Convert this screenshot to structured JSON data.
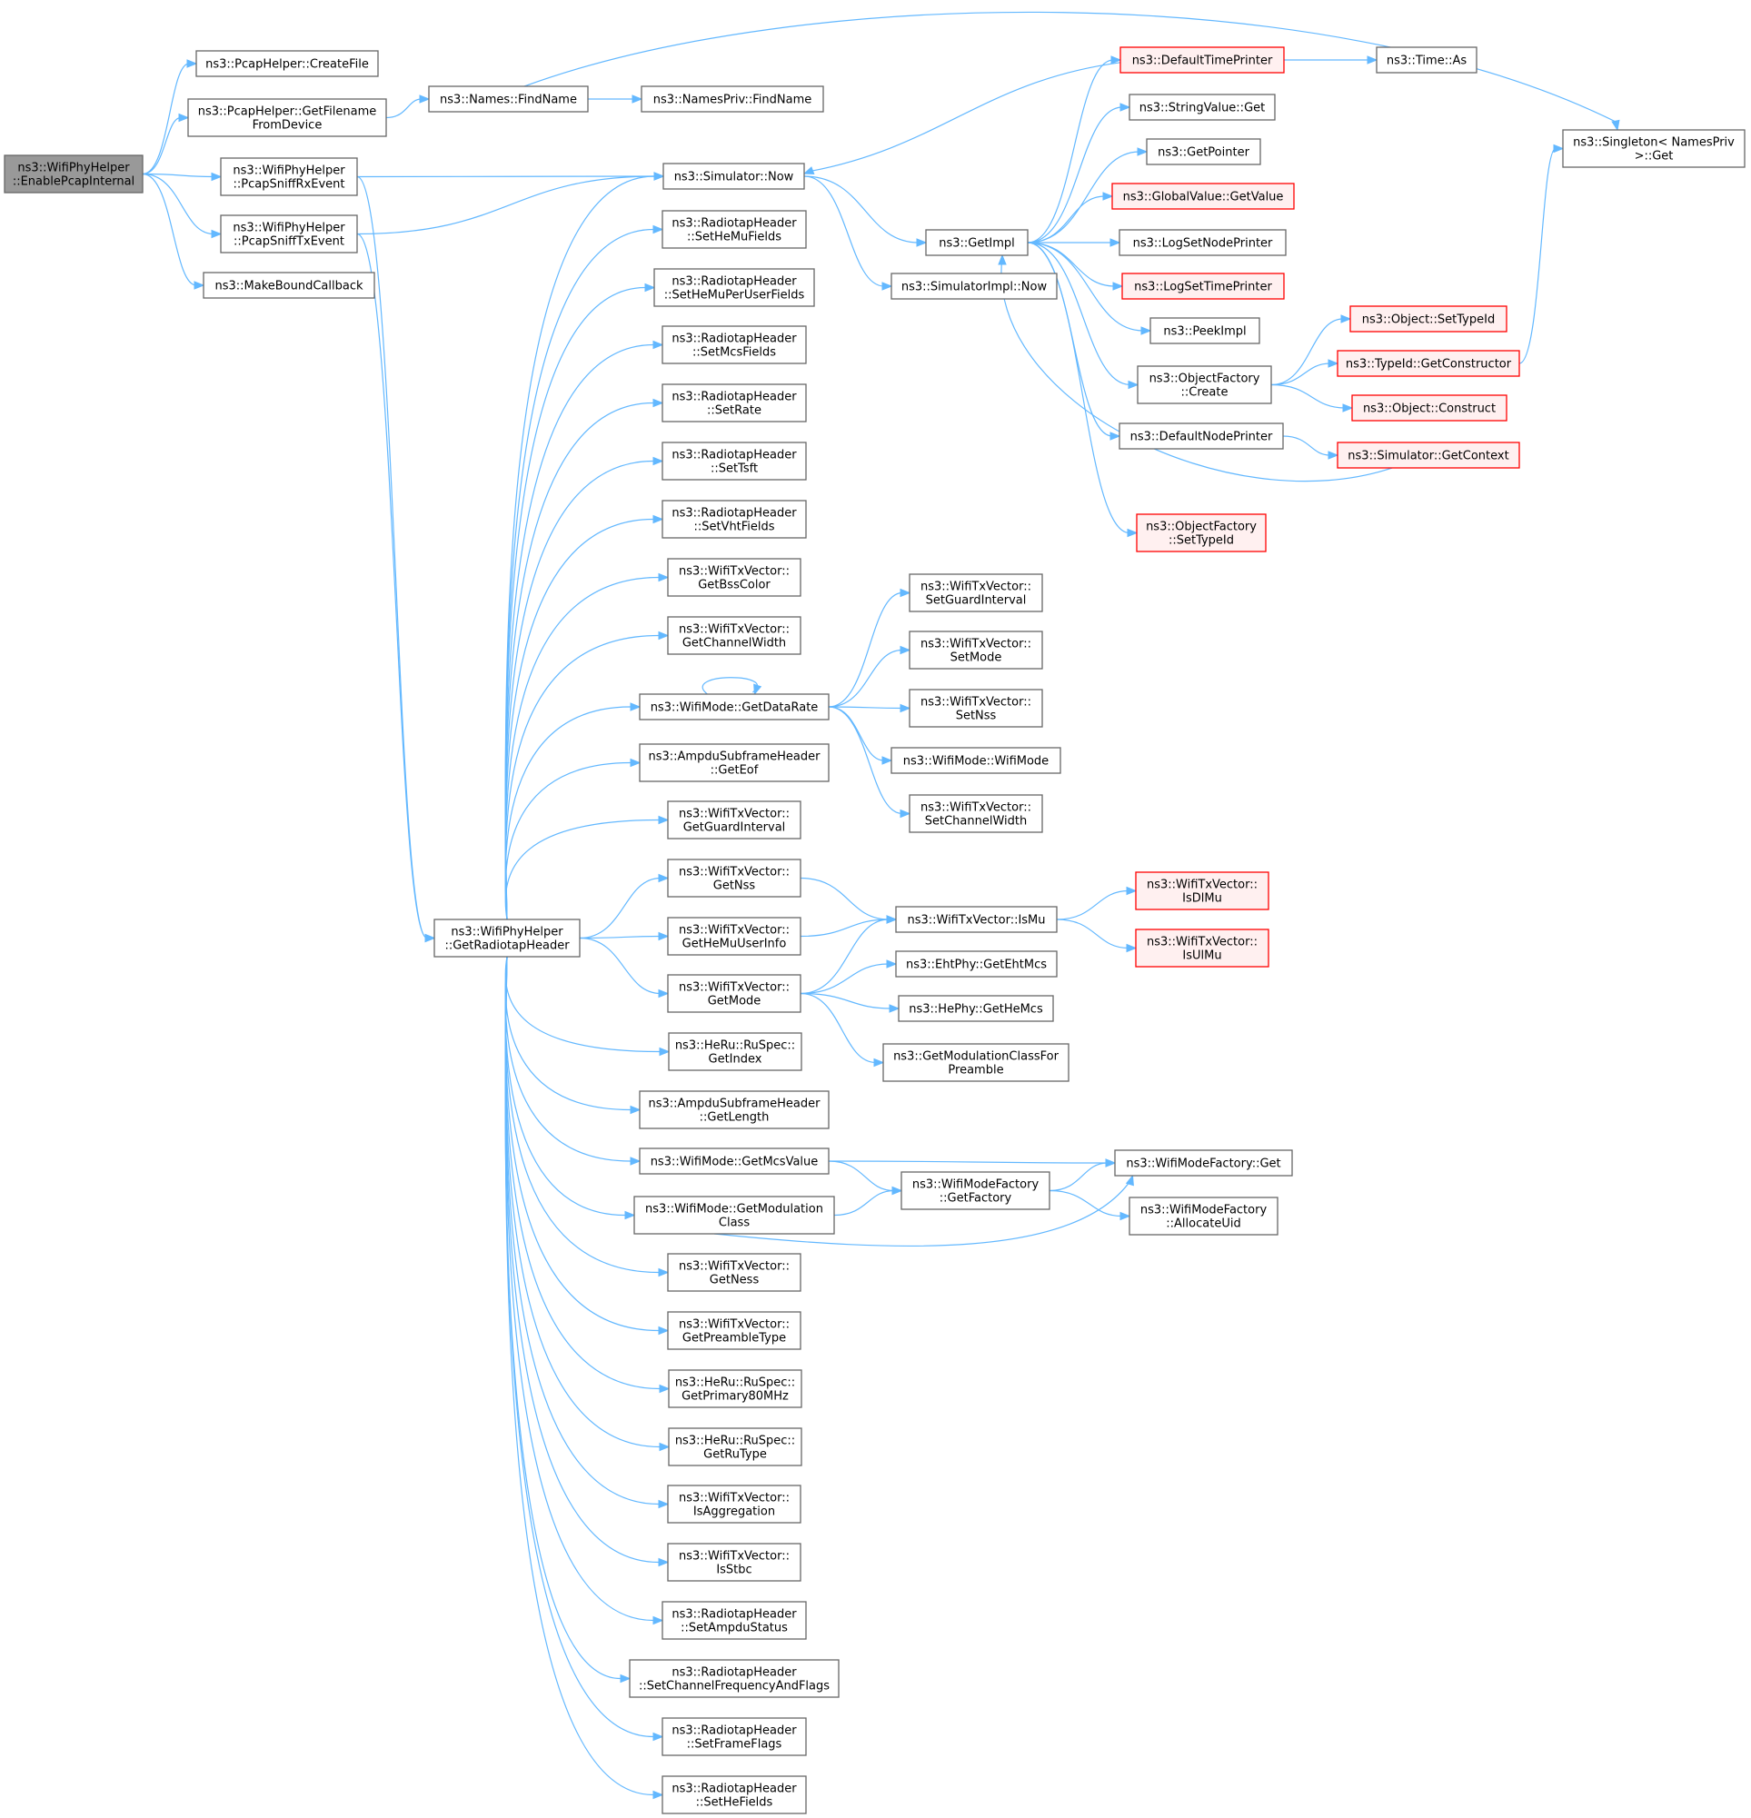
{
  "graph": {
    "nodes": [
      {
        "id": "root",
        "lines": [
          "ns3::WifiPhyHelper",
          "::EnablePcapInternal"
        ],
        "style": "root"
      },
      {
        "id": "pcapCreateFile",
        "lines": [
          "ns3::PcapHelper::CreateFile"
        ]
      },
      {
        "id": "pcapGetFilename",
        "lines": [
          "ns3::PcapHelper::GetFilename",
          "FromDevice"
        ]
      },
      {
        "id": "sniffRx",
        "lines": [
          "ns3::WifiPhyHelper",
          "::PcapSniffRxEvent"
        ]
      },
      {
        "id": "sniffTx",
        "lines": [
          "ns3::WifiPhyHelper",
          "::PcapSniffTxEvent"
        ]
      },
      {
        "id": "makeBound",
        "lines": [
          "ns3::MakeBoundCallback"
        ]
      },
      {
        "id": "namesFind",
        "lines": [
          "ns3::Names::FindName"
        ]
      },
      {
        "id": "namesPrivFind",
        "lines": [
          "ns3::NamesPriv::FindName"
        ]
      },
      {
        "id": "singletonGet",
        "lines": [
          "ns3::Singleton< NamesPriv",
          ">::Get"
        ]
      },
      {
        "id": "simNow",
        "lines": [
          "ns3::Simulator::Now"
        ]
      },
      {
        "id": "getImpl",
        "lines": [
          "ns3::GetImpl"
        ]
      },
      {
        "id": "simImplNow",
        "lines": [
          "ns3::SimulatorImpl::Now"
        ]
      },
      {
        "id": "defTimePrinter",
        "lines": [
          "ns3::DefaultTimePrinter"
        ],
        "style": "trunc"
      },
      {
        "id": "timeAs",
        "lines": [
          "ns3::Time::As"
        ]
      },
      {
        "id": "strValGet",
        "lines": [
          "ns3::StringValue::Get"
        ]
      },
      {
        "id": "getPointer",
        "lines": [
          "ns3::GetPointer"
        ]
      },
      {
        "id": "globalValGet",
        "lines": [
          "ns3::GlobalValue::GetValue"
        ],
        "style": "trunc"
      },
      {
        "id": "logSetNode",
        "lines": [
          "ns3::LogSetNodePrinter"
        ]
      },
      {
        "id": "logSetTime",
        "lines": [
          "ns3::LogSetTimePrinter"
        ],
        "style": "trunc"
      },
      {
        "id": "peekImpl",
        "lines": [
          "ns3::PeekImpl"
        ]
      },
      {
        "id": "objFactCreate",
        "lines": [
          "ns3::ObjectFactory",
          "::Create"
        ]
      },
      {
        "id": "defNodePrinter",
        "lines": [
          "ns3::DefaultNodePrinter"
        ]
      },
      {
        "id": "objFactSetTypeId",
        "lines": [
          "ns3::ObjectFactory",
          "::SetTypeId"
        ],
        "style": "trunc"
      },
      {
        "id": "objSetTypeId",
        "lines": [
          "ns3::Object::SetTypeId"
        ],
        "style": "trunc"
      },
      {
        "id": "typeIdGetCtor",
        "lines": [
          "ns3::TypeId::GetConstructor"
        ],
        "style": "trunc"
      },
      {
        "id": "objConstruct",
        "lines": [
          "ns3::Object::Construct"
        ],
        "style": "trunc"
      },
      {
        "id": "simGetContext",
        "lines": [
          "ns3::Simulator::GetContext"
        ],
        "style": "trunc"
      },
      {
        "id": "getRadiotap",
        "lines": [
          "ns3::WifiPhyHelper",
          "::GetRadiotapHeader"
        ]
      },
      {
        "id": "rhSetHeMu",
        "lines": [
          "ns3::RadiotapHeader",
          "::SetHeMuFields"
        ]
      },
      {
        "id": "rhSetHeMuPerUser",
        "lines": [
          "ns3::RadiotapHeader",
          "::SetHeMuPerUserFields"
        ]
      },
      {
        "id": "rhSetMcs",
        "lines": [
          "ns3::RadiotapHeader",
          "::SetMcsFields"
        ]
      },
      {
        "id": "rhSetRate",
        "lines": [
          "ns3::RadiotapHeader",
          "::SetRate"
        ]
      },
      {
        "id": "rhSetTsft",
        "lines": [
          "ns3::RadiotapHeader",
          "::SetTsft"
        ]
      },
      {
        "id": "rhSetVht",
        "lines": [
          "ns3::RadiotapHeader",
          "::SetVhtFields"
        ]
      },
      {
        "id": "txvGetBss",
        "lines": [
          "ns3::WifiTxVector::",
          "GetBssColor"
        ]
      },
      {
        "id": "txvGetChanW",
        "lines": [
          "ns3::WifiTxVector::",
          "GetChannelWidth"
        ]
      },
      {
        "id": "modeGetDataRate",
        "lines": [
          "ns3::WifiMode::GetDataRate"
        ]
      },
      {
        "id": "ampduGetEof",
        "lines": [
          "ns3::AmpduSubframeHeader",
          "::GetEof"
        ]
      },
      {
        "id": "txvGetGI",
        "lines": [
          "ns3::WifiTxVector::",
          "GetGuardInterval"
        ]
      },
      {
        "id": "txvGetNss",
        "lines": [
          "ns3::WifiTxVector::",
          "GetNss"
        ]
      },
      {
        "id": "txvGetHeMuUser",
        "lines": [
          "ns3::WifiTxVector::",
          "GetHeMuUserInfo"
        ]
      },
      {
        "id": "txvGetMode",
        "lines": [
          "ns3::WifiTxVector::",
          "GetMode"
        ]
      },
      {
        "id": "heRuGetIndex",
        "lines": [
          "ns3::HeRu::RuSpec::",
          "GetIndex"
        ]
      },
      {
        "id": "ampduGetLen",
        "lines": [
          "ns3::AmpduSubframeHeader",
          "::GetLength"
        ]
      },
      {
        "id": "modeGetMcs",
        "lines": [
          "ns3::WifiMode::GetMcsValue"
        ]
      },
      {
        "id": "modeGetModClass",
        "lines": [
          "ns3::WifiMode::GetModulation",
          "Class"
        ]
      },
      {
        "id": "txvGetNess",
        "lines": [
          "ns3::WifiTxVector::",
          "GetNess"
        ]
      },
      {
        "id": "txvGetPreamble",
        "lines": [
          "ns3::WifiTxVector::",
          "GetPreambleType"
        ]
      },
      {
        "id": "heRuGetP80",
        "lines": [
          "ns3::HeRu::RuSpec::",
          "GetPrimary80MHz"
        ]
      },
      {
        "id": "heRuGetRuType",
        "lines": [
          "ns3::HeRu::RuSpec::",
          "GetRuType"
        ]
      },
      {
        "id": "txvIsAgg",
        "lines": [
          "ns3::WifiTxVector::",
          "IsAggregation"
        ]
      },
      {
        "id": "txvIsStbc",
        "lines": [
          "ns3::WifiTxVector::",
          "IsStbc"
        ]
      },
      {
        "id": "rhSetAmpdu",
        "lines": [
          "ns3::RadiotapHeader",
          "::SetAmpduStatus"
        ]
      },
      {
        "id": "rhSetChanFreq",
        "lines": [
          "ns3::RadiotapHeader",
          "::SetChannelFrequencyAndFlags"
        ]
      },
      {
        "id": "rhSetFrameFlags",
        "lines": [
          "ns3::RadiotapHeader",
          "::SetFrameFlags"
        ]
      },
      {
        "id": "rhSetHe",
        "lines": [
          "ns3::RadiotapHeader",
          "::SetHeFields"
        ]
      },
      {
        "id": "txvSetGI",
        "lines": [
          "ns3::WifiTxVector::",
          "SetGuardInterval"
        ]
      },
      {
        "id": "txvSetMode",
        "lines": [
          "ns3::WifiTxVector::",
          "SetMode"
        ]
      },
      {
        "id": "txvSetNss",
        "lines": [
          "ns3::WifiTxVector::",
          "SetNss"
        ]
      },
      {
        "id": "modeCtor",
        "lines": [
          "ns3::WifiMode::WifiMode"
        ]
      },
      {
        "id": "txvSetChanW",
        "lines": [
          "ns3::WifiTxVector::",
          "SetChannelWidth"
        ]
      },
      {
        "id": "txvIsMu",
        "lines": [
          "ns3::WifiTxVector::IsMu"
        ]
      },
      {
        "id": "txvIsDlMu",
        "lines": [
          "ns3::WifiTxVector::",
          "IsDlMu"
        ],
        "style": "trunc"
      },
      {
        "id": "txvIsUlMu",
        "lines": [
          "ns3::WifiTxVector::",
          "IsUlMu"
        ],
        "style": "trunc"
      },
      {
        "id": "ehtGetMcs",
        "lines": [
          "ns3::EhtPhy::GetEhtMcs"
        ]
      },
      {
        "id": "heGetMcs",
        "lines": [
          "ns3::HePhy::GetHeMcs"
        ]
      },
      {
        "id": "getModClassPre",
        "lines": [
          "ns3::GetModulationClassFor",
          "Preamble"
        ]
      },
      {
        "id": "mfGetFactory",
        "lines": [
          "ns3::WifiModeFactory",
          "::GetFactory"
        ]
      },
      {
        "id": "mfGet",
        "lines": [
          "ns3::WifiModeFactory::Get"
        ]
      },
      {
        "id": "mfAllocUid",
        "lines": [
          "ns3::WifiModeFactory",
          "::AllocateUid"
        ]
      }
    ]
  }
}
